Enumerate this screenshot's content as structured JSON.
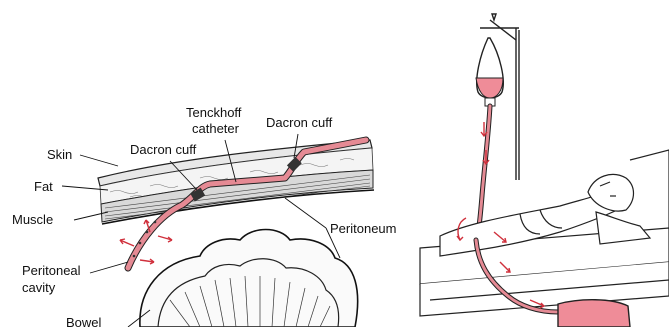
{
  "labels": {
    "skin": "Skin",
    "fat": "Fat",
    "muscle": "Muscle",
    "peritoneal_cavity_line1": "Peritoneal",
    "peritoneal_cavity_line2": "cavity",
    "bowel": "Bowel",
    "dacron_cuff_left": "Dacron cuff",
    "tenckhoff_line1": "Tenckhoff",
    "tenckhoff_line2": "catheter",
    "dacron_cuff_right": "Dacron cuff",
    "peritoneum": "Peritoneum"
  },
  "colors": {
    "catheter": "#e58a94",
    "fluid": "#ef8c98",
    "arrow": "#d0303c",
    "ink": "#111111"
  }
}
